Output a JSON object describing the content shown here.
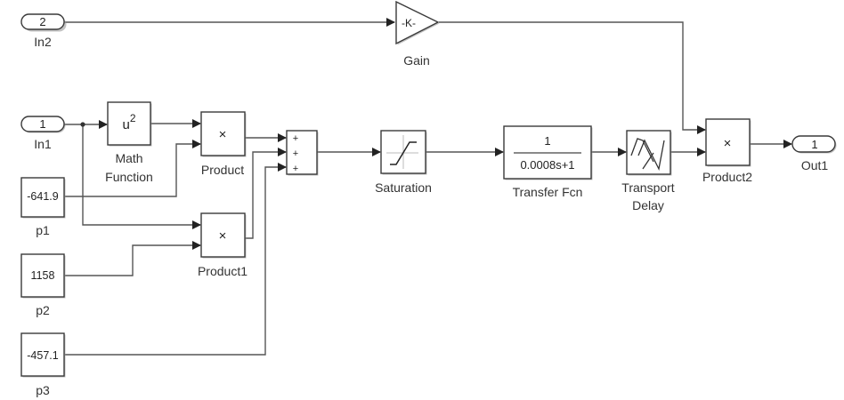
{
  "diagram": {
    "type": "simulink-block-diagram",
    "ports": {
      "in2": {
        "number": "2",
        "name": "In2"
      },
      "in1": {
        "number": "1",
        "name": "In1"
      },
      "out1": {
        "number": "1",
        "name": "Out1"
      }
    },
    "blocks": {
      "gain": {
        "text": "-K-",
        "name": "Gain"
      },
      "math_function": {
        "text": "u",
        "exponent": "2",
        "name_line1": "Math",
        "name_line2": "Function"
      },
      "product": {
        "symbol": "×",
        "name": "Product"
      },
      "product1": {
        "symbol": "×",
        "name": "Product1"
      },
      "product2": {
        "symbol": "×",
        "name": "Product2"
      },
      "sum": {
        "signs": [
          "+",
          "+",
          "+"
        ]
      },
      "saturation": {
        "name": "Saturation"
      },
      "transfer_fcn": {
        "numerator": "1",
        "denominator": "0.0008s+1",
        "name": "Transfer Fcn"
      },
      "transport_delay": {
        "name_line1": "Transport",
        "name_line2": "Delay"
      },
      "p1": {
        "value": "-641.9",
        "name": "p1"
      },
      "p2": {
        "value": "1158",
        "name": "p2"
      },
      "p3": {
        "value": "-457.1",
        "name": "p3"
      }
    }
  }
}
